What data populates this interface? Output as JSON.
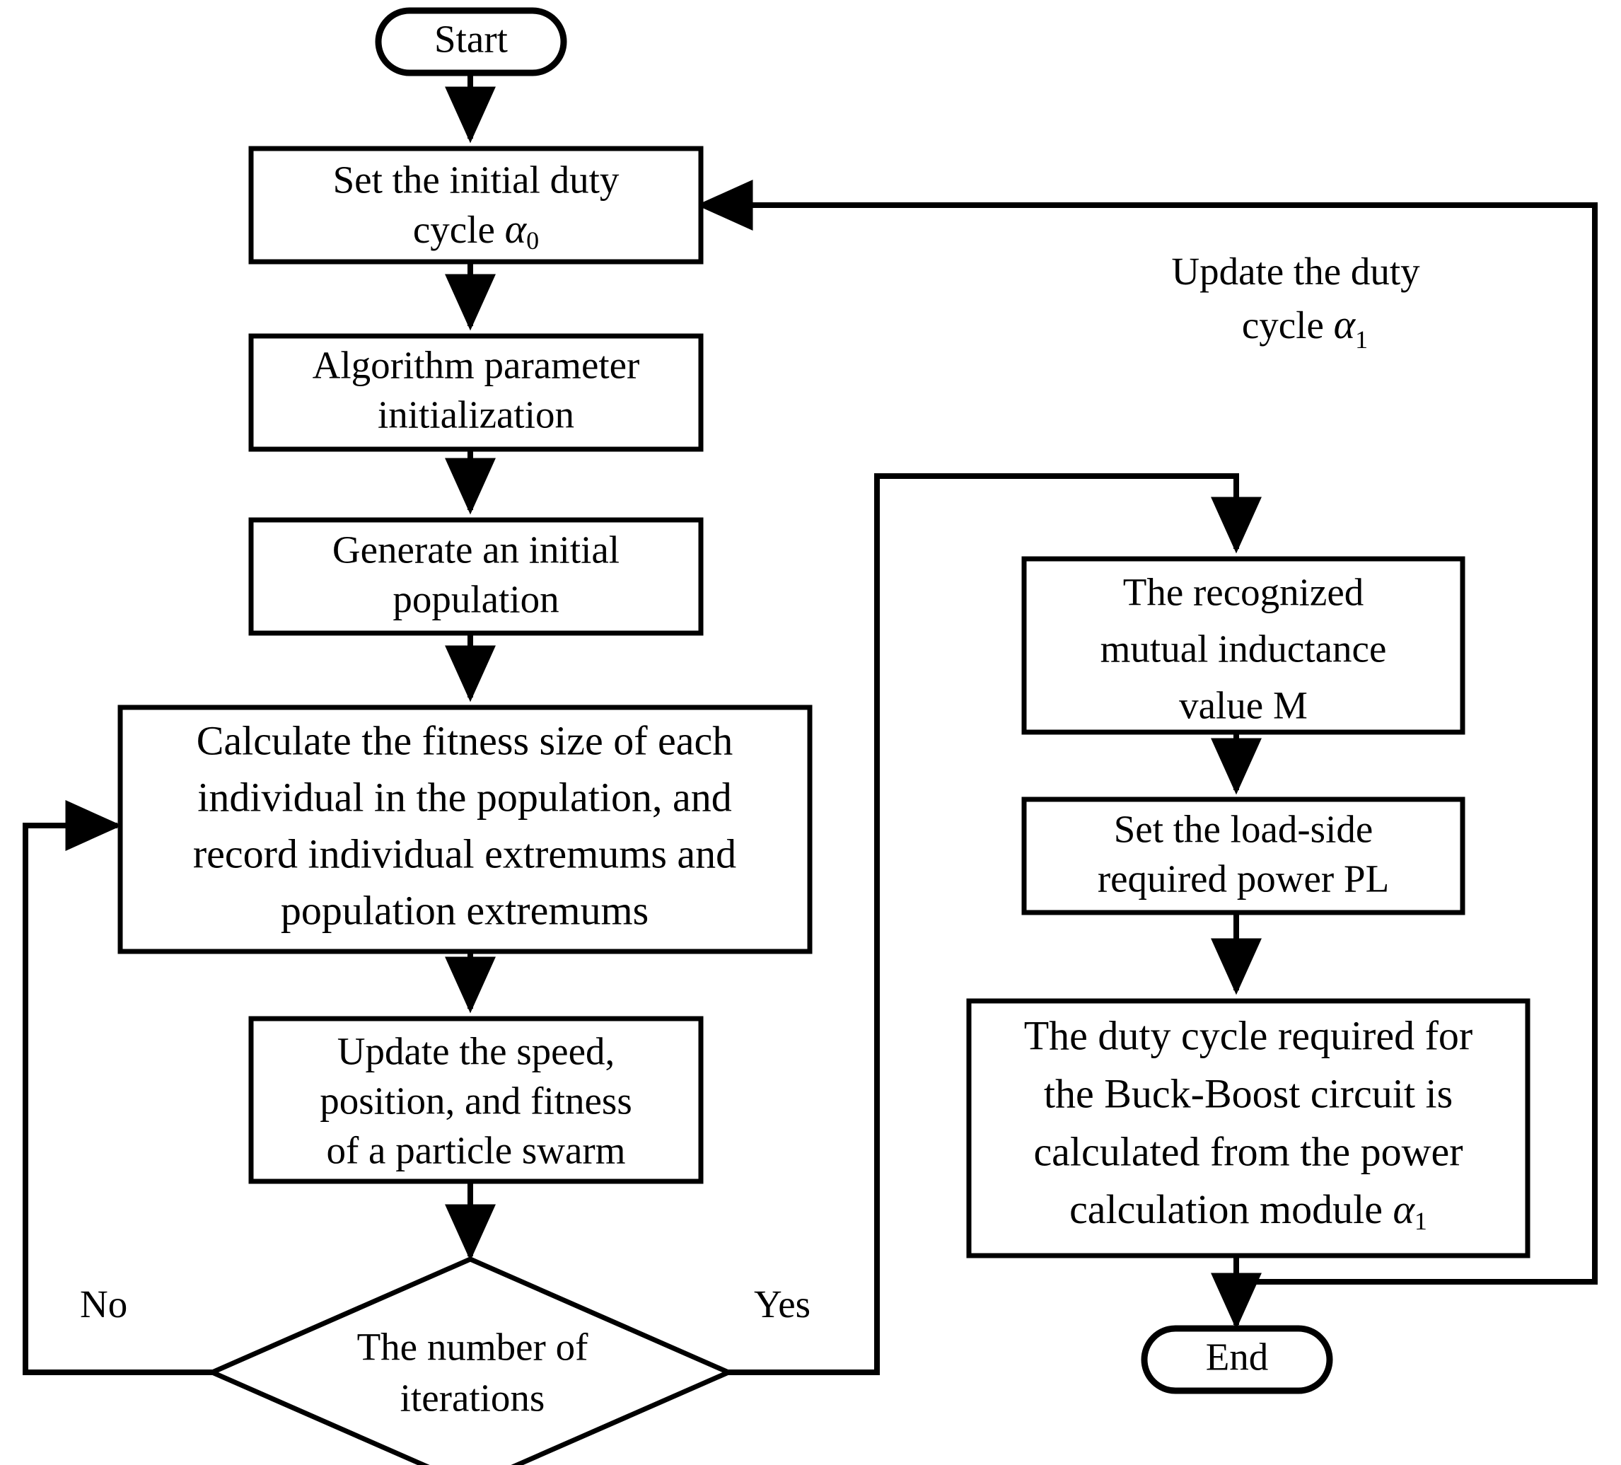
{
  "diagram": {
    "type": "flowchart",
    "title": "",
    "orientation": "vertical-two-column",
    "background": "#ffffff",
    "line_color": "#000000"
  },
  "nodes": {
    "start": {
      "id": "start",
      "shape": "terminator",
      "label": "Start"
    },
    "set_duty": {
      "id": "set_duty",
      "shape": "process",
      "line1": "Set the initial duty",
      "line2": "cycle ",
      "symbol": "α",
      "subscript": "0"
    },
    "alg_init": {
      "id": "alg_init",
      "shape": "process",
      "line1": "Algorithm parameter",
      "line2": "initialization"
    },
    "gen_pop": {
      "id": "gen_pop",
      "shape": "process",
      "line1": "Generate an initial",
      "line2": "population"
    },
    "calc_fit": {
      "id": "calc_fit",
      "shape": "process",
      "line1": "Calculate the fitness size of each",
      "line2": "individual in the population, and",
      "line3": "record individual extremums and",
      "line4": "population extremums"
    },
    "update_pso": {
      "id": "update_pso",
      "shape": "process",
      "line1": "Update the speed,",
      "line2": "position, and fitness",
      "line3": "of a particle swarm"
    },
    "decision": {
      "id": "decision",
      "shape": "decision",
      "line1": "The number of",
      "line2": "iterations"
    },
    "mutual_ind": {
      "id": "mutual_ind",
      "shape": "process",
      "line1": "The recognized",
      "line2": "mutual inductance",
      "line3": "value M"
    },
    "load_power": {
      "id": "load_power",
      "shape": "process",
      "line1": "Set the load-side",
      "line2": "required power PL"
    },
    "duty_calc": {
      "id": "duty_calc",
      "shape": "process",
      "line1": "The duty cycle required for",
      "line2": "the Buck-Boost circuit is",
      "line3": "calculated from the power",
      "line4": "calculation module ",
      "symbol": "α",
      "subscript": "1"
    },
    "end": {
      "id": "end",
      "shape": "terminator",
      "label": "End"
    }
  },
  "edge_labels": {
    "no": "No",
    "yes": "Yes",
    "feedback_line1": "Update the duty",
    "feedback_line2": "cycle ",
    "feedback_symbol": "α",
    "feedback_subscript": "1"
  },
  "edges": [
    {
      "from": "start",
      "to": "set_duty",
      "label": ""
    },
    {
      "from": "set_duty",
      "to": "alg_init",
      "label": ""
    },
    {
      "from": "alg_init",
      "to": "gen_pop",
      "label": ""
    },
    {
      "from": "gen_pop",
      "to": "calc_fit",
      "label": ""
    },
    {
      "from": "calc_fit",
      "to": "update_pso",
      "label": ""
    },
    {
      "from": "update_pso",
      "to": "decision",
      "label": ""
    },
    {
      "from": "decision",
      "to": "calc_fit",
      "label": "No"
    },
    {
      "from": "decision",
      "to": "mutual_ind",
      "label": "Yes"
    },
    {
      "from": "mutual_ind",
      "to": "load_power",
      "label": ""
    },
    {
      "from": "load_power",
      "to": "duty_calc",
      "label": ""
    },
    {
      "from": "duty_calc",
      "to": "end",
      "label": ""
    },
    {
      "from": "duty_calc",
      "to": "set_duty",
      "label": "Update the duty cycle α1"
    }
  ]
}
